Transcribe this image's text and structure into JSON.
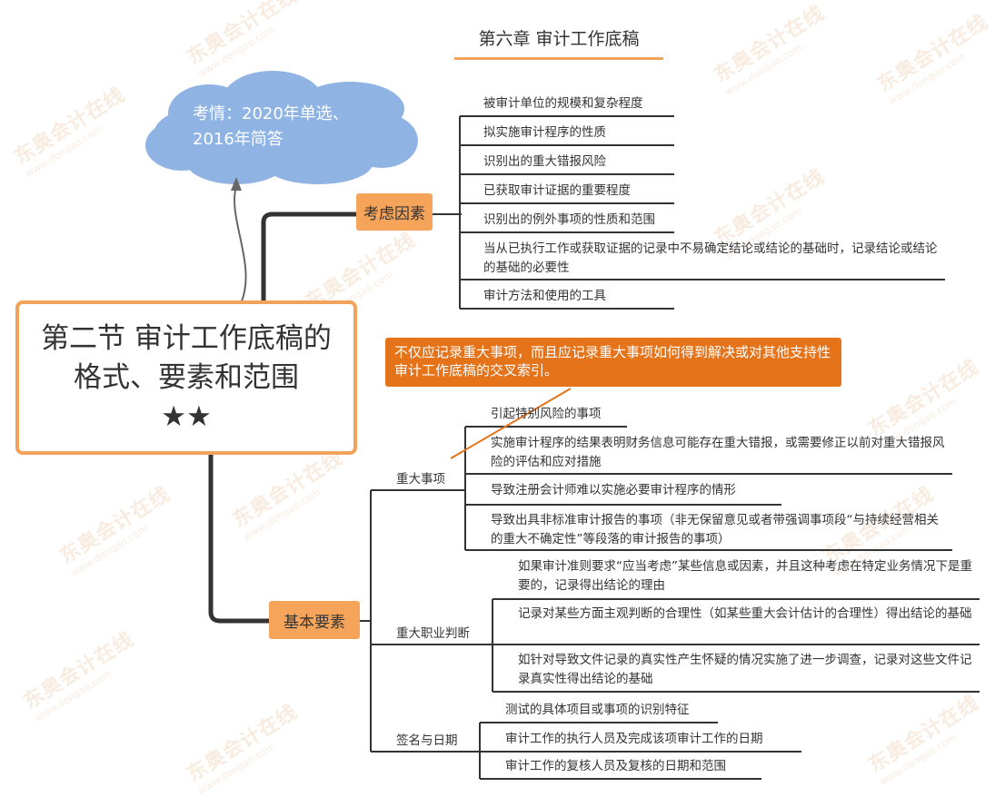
{
  "chapter_title": "第六章 审计工作底稿",
  "cloud_note": "考情：2020年单选、2016年简答",
  "central": {
    "title": "第二节 审计工作底稿的格式、要素和范围",
    "stars": "★★"
  },
  "consider": {
    "label": "考虑因素",
    "items": [
      "被审计单位的规模和复杂程度",
      "拟实施审计程序的性质",
      "识别出的重大错报风险",
      "已获取审计证据的重要程度",
      "识别出的例外事项的性质和范围",
      "当从已执行工作或获取证据的记录中不易确定结论或结论的基础时，记录结论或结论的基础的必要性",
      "审计方法和使用的工具"
    ]
  },
  "callout": "不仅应记录重大事项，而且应记录重大事项如何得到解决或对其他支持性审计工作底稿的交叉索引。",
  "basic": {
    "label": "基本要素",
    "major_matters": {
      "label": "重大事项",
      "items": [
        "引起特别风险的事项",
        "实施审计程序的结果表明财务信息可能存在重大错报，或需要修正以前对重大错报风险的评估和应对措施",
        "导致注册会计师难以实施必要审计程序的情形",
        "导致出具非标准审计报告的事项（非无保留意见或者带强调事项段“与持续经营相关的重大不确定性”等段落的审计报告的事项）"
      ]
    },
    "judgment": {
      "label": "重大职业判断",
      "items": [
        "如果审计准则要求“应当考虑”某些信息或因素，并且这种考虑在特定业务情况下是重要的，记录得出结论的理由",
        "记录对某些方面主观判断的合理性（如某些重大会计估计的合理性）得出结论的基础",
        "如针对导致文件记录的真实性产生怀疑的情况实施了进一步调查，记录对这些文件记录真实性得出结论的基础"
      ]
    },
    "signature": {
      "label": "签名与日期",
      "items": [
        "测试的具体项目或事项的识别特征",
        "审计工作的执行人员及完成该项审计工作的日期",
        "审计工作的复核人员及复核的日期和范围"
      ]
    }
  },
  "watermark": {
    "brand": "东奥会计在线",
    "url": "www.dongao.com"
  },
  "colors": {
    "accent": "#f2a35b",
    "box": "#f7a45b",
    "callout": "#e4731a",
    "cloud": "#8fb4e3",
    "line": "#333333"
  }
}
